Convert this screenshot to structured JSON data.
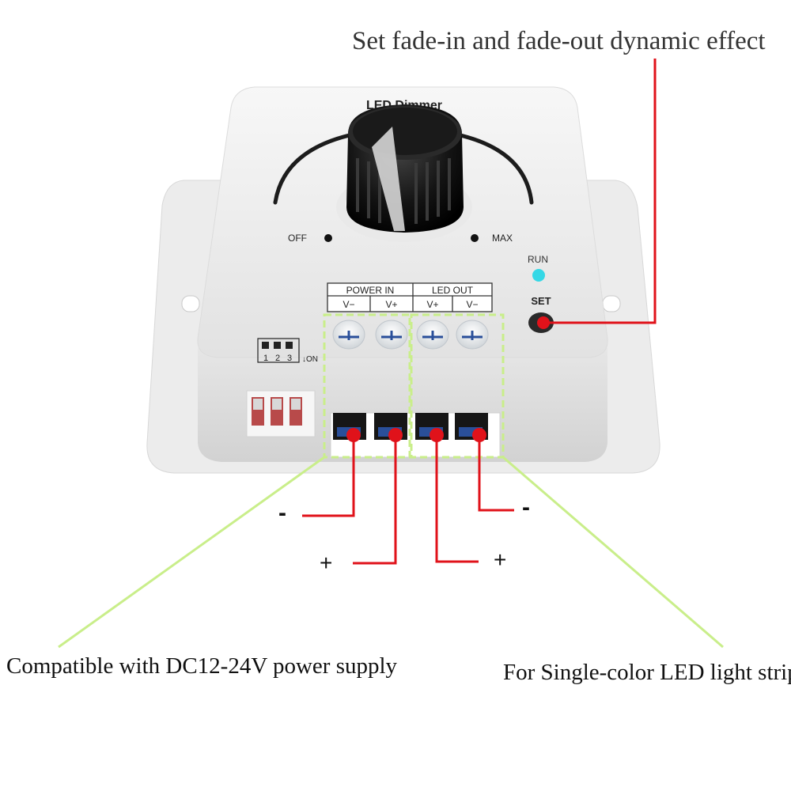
{
  "callouts": {
    "top": "Set fade-in and fade-out dynamic effect",
    "left": "Compatible with DC12-24V power supply",
    "right": "For Single-color LED light strip"
  },
  "device": {
    "title": "LED Dimmer",
    "off_label": "OFF",
    "max_label": "MAX",
    "run_label": "RUN",
    "set_label": "SET",
    "power_in_label": "POWER IN",
    "led_out_label": "LED OUT",
    "terminals": [
      "V−",
      "V+",
      "V+",
      "V−"
    ],
    "dip_numbers": [
      "1",
      "2",
      "3"
    ],
    "dip_on_label": "↓ON"
  },
  "wires": {
    "minus": "-",
    "plus": "+"
  },
  "colors": {
    "wire": "#e0121a",
    "callout_line": "#c9ee8a",
    "zone_outline": "#c9ee8a",
    "run_led": "#35d8e6",
    "knob": "#111111",
    "housing": "#f1f1f1"
  }
}
